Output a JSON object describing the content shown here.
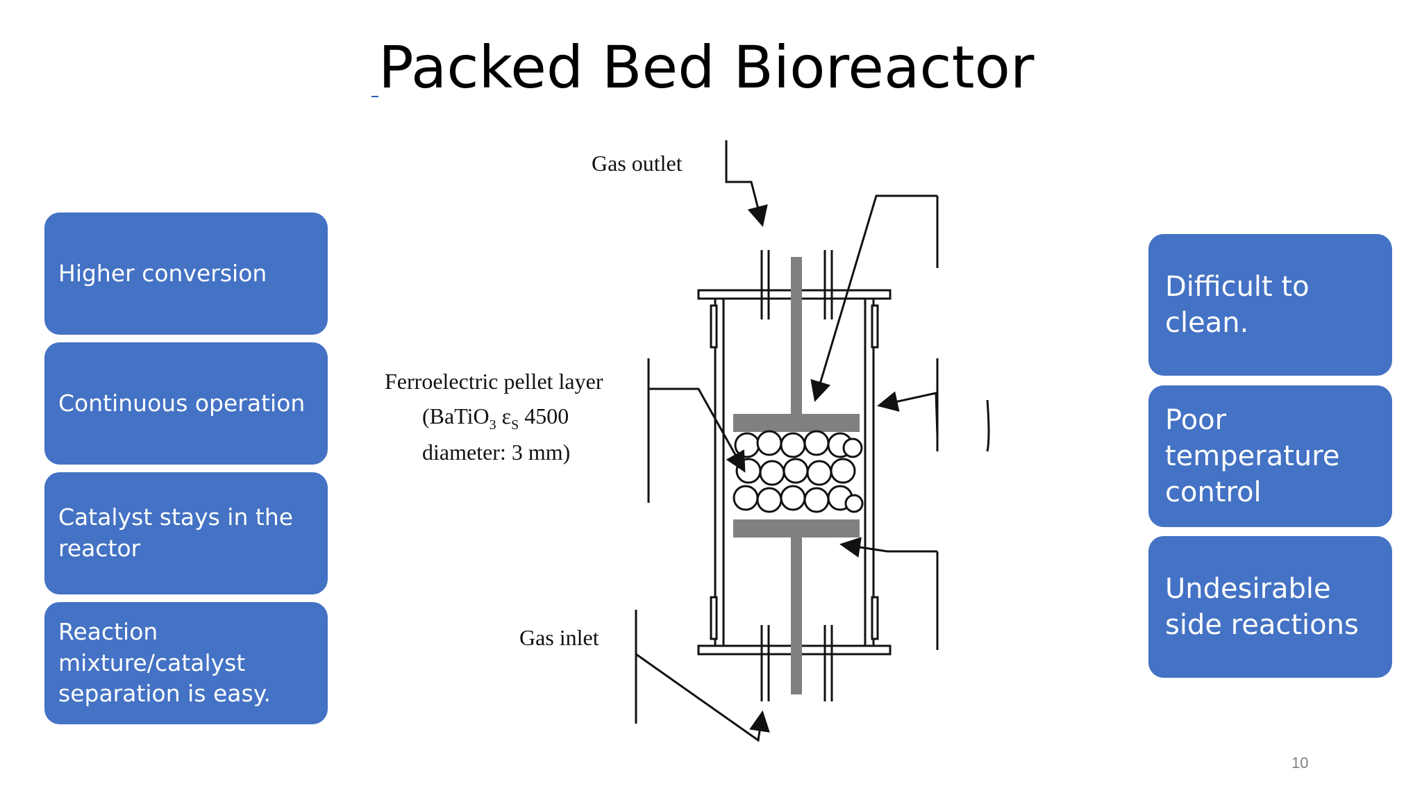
{
  "slide": {
    "title": "Packed Bed Bioreactor",
    "page_number": "10",
    "accent_color": "#4472c4"
  },
  "advantages": [
    {
      "text": "Higher conversion"
    },
    {
      "text": "Continuous operation"
    },
    {
      "text": "Catalyst stays in the reactor"
    },
    {
      "text": "Reaction mixture/catalyst separation is easy."
    }
  ],
  "disadvantages": [
    {
      "text": "Difficult to clean."
    },
    {
      "text": "Poor temperature control"
    },
    {
      "text": "Undesirable side reactions"
    }
  ],
  "figure": {
    "gas_outlet": "Gas outlet",
    "gas_inlet": "Gas inlet",
    "pellet_line1": "Ferroelectric pellet layer",
    "pellet_line2_prefix": "(BaTiO",
    "pellet_line2_sub1": "3",
    "pellet_line2_eps": " ε",
    "pellet_line2_sub2": "S",
    "pellet_line2_suffix": " 4500",
    "pellet_line3": "diameter: 3 mm)"
  }
}
